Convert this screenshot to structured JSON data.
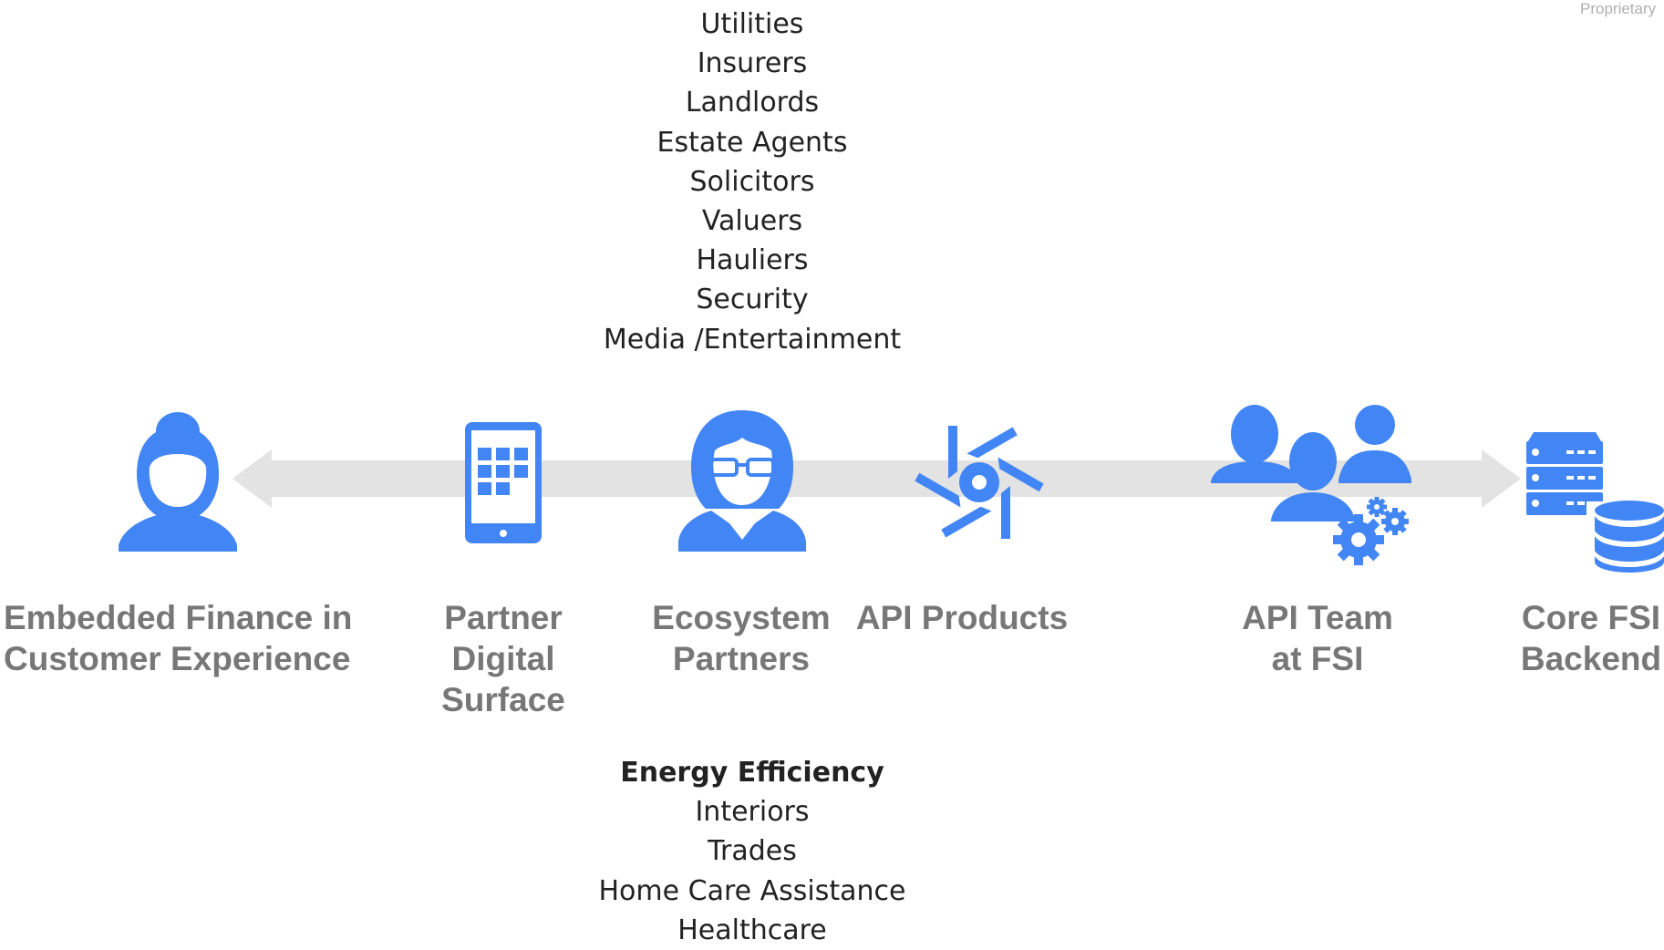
{
  "watermark": "Proprietary",
  "top_list": {
    "items": [
      "Utilities",
      "Insurers",
      "Landlords",
      "Estate Agents",
      "Solicitors",
      "Valuers",
      "Hauliers",
      "Security",
      "Media /Entertainment"
    ]
  },
  "bottom_list": {
    "heading": "Energy Efficiency",
    "items": [
      "Interiors",
      "Trades",
      "Home Care Assistance",
      "Healthcare"
    ]
  },
  "stages": [
    {
      "icon": "woman-user-icon",
      "lines": [
        "Embedded Finance in",
        "Customer Experience"
      ]
    },
    {
      "icon": "tablet-app-icon",
      "lines": [
        "Partner",
        "Digital",
        "Surface"
      ]
    },
    {
      "icon": "partner-with-glasses-icon",
      "lines": [
        "Ecosystem",
        "Partners"
      ]
    },
    {
      "icon": "api-shutter-icon",
      "lines": [
        "API Products"
      ]
    },
    {
      "icon": "team-with-gears-icon",
      "lines": [
        "API Team",
        "at FSI"
      ]
    },
    {
      "icon": "server-database-icon",
      "lines": [
        "Core FSI",
        "Backend"
      ]
    }
  ],
  "colors": {
    "icon_blue": "#4285F4",
    "arrow_gray": "#E3E3E3",
    "label_gray": "#777777",
    "list_text": "#222222"
  }
}
